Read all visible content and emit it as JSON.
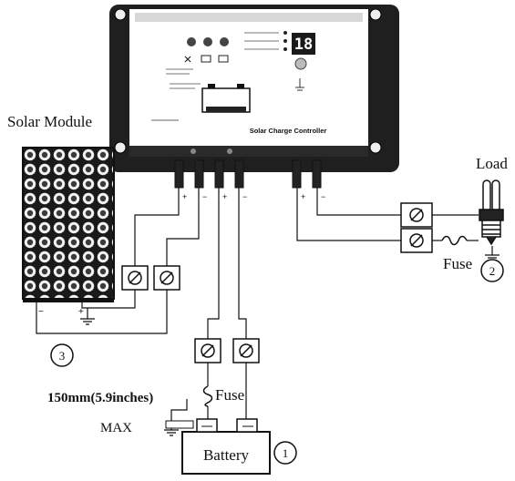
{
  "labels": {
    "solar_module": "Solar Module",
    "load": "Load",
    "fuse_load": "Fuse",
    "fuse_battery": "Fuse",
    "battery": "Battery",
    "distance": "150mm(5.9inches)",
    "max": "MAX",
    "controller_title": "Solar Charge Controller",
    "controller_display": "18"
  },
  "steps": {
    "battery_step": "1",
    "load_step": "2",
    "module_step": "3"
  },
  "terminal_signs": {
    "plus": "+",
    "minus": "−"
  },
  "icons": {
    "breaker": "breaker-icon",
    "ground": "ground-icon",
    "bulb": "cfl-bulb-icon",
    "fuse": "fuse-icon"
  },
  "colors": {
    "line": "#111111",
    "controller_frame": "#1c1c1c",
    "panel_cells": "#141414"
  }
}
